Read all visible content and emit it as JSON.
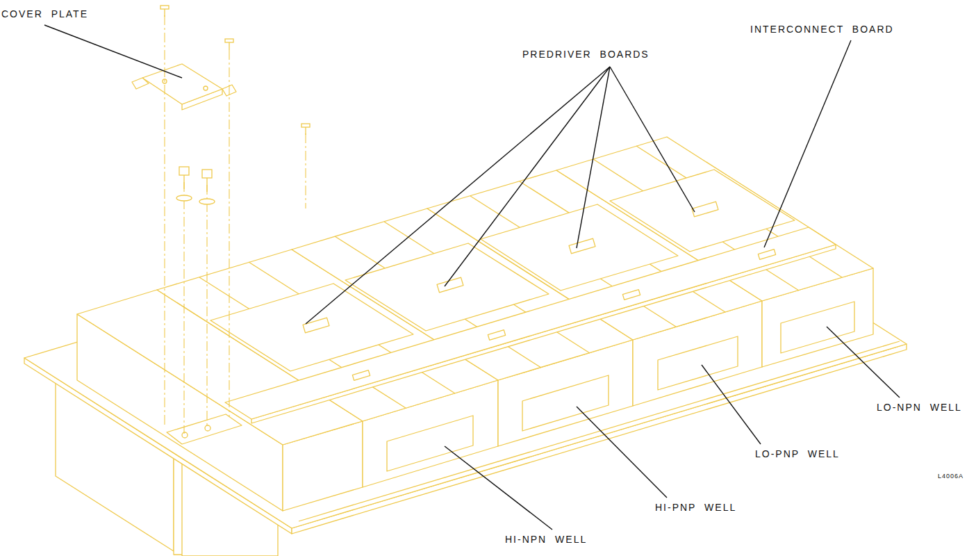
{
  "diagram": {
    "labels": [
      "COVER PLATE",
      "PREDRIVER BOARDS",
      "INTERCONNECT BOARD",
      "LO-NPN WELL",
      "LO-PNP WELL",
      "HI-PNP WELL",
      "HI-NPN WELL",
      "L4006A"
    ]
  }
}
